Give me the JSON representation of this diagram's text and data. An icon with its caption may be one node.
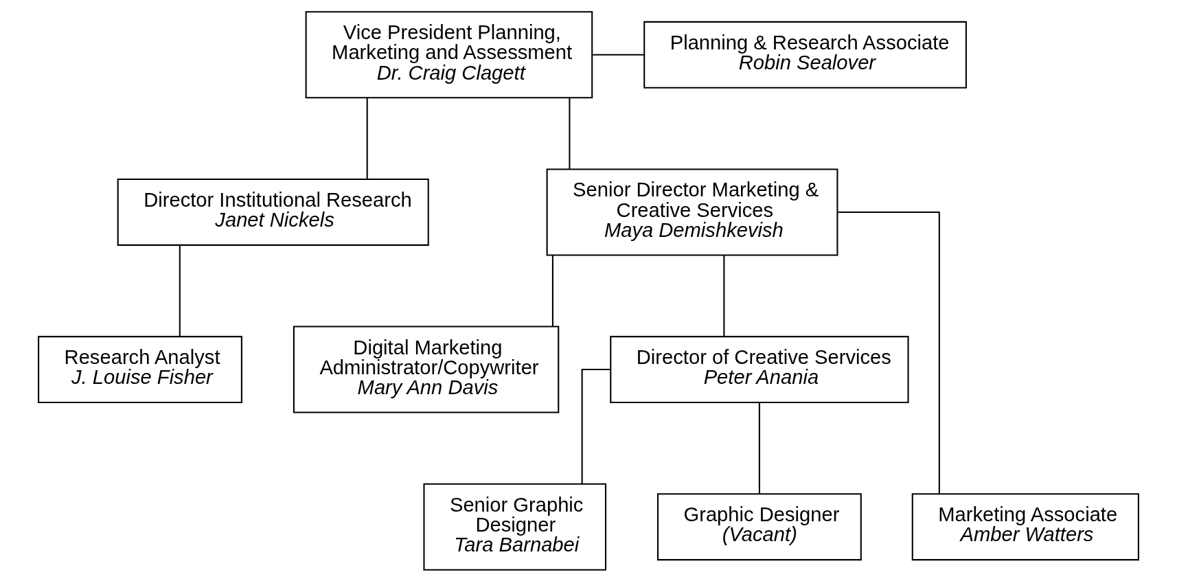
{
  "diagram": {
    "nodes": [
      {
        "text": [
          "Vice President Planning, Marketing and Assessment",
          "Dr. Craig Clagett"
        ]
      },
      {
        "text": [
          "Planning & Research Associate",
          "Robin Sealover"
        ]
      },
      {
        "text": [
          "Director Institutional Research",
          "Janet Nickels"
        ]
      },
      {
        "text": [
          "Senior Director Marketing & Creative Services",
          "Maya Demishkevish"
        ]
      },
      {
        "text": [
          "Research Analyst",
          "J. Louise Fisher"
        ]
      },
      {
        "text": [
          "Digital Marketing Administrator/Copywriter",
          "Mary Ann Davis"
        ]
      },
      {
        "text": [
          "Director of Creative Services",
          "Peter Anania"
        ]
      },
      {
        "text": [
          "Marketing Associate",
          "Amber Watters"
        ]
      },
      {
        "text": [
          "Senior Graphic Designer",
          "Tara Barnabei"
        ]
      },
      {
        "text": [
          "Graphic Designer",
          "(Vacant)"
        ]
      }
    ],
    "edges": [
      {
        "from": 0,
        "to": 1,
        "arrow": "none"
      },
      {
        "from": 0,
        "to": 2,
        "arrow": "none"
      },
      {
        "from": 0,
        "to": 3,
        "arrow": "none"
      },
      {
        "from": 2,
        "to": 4,
        "arrow": "none"
      },
      {
        "from": 3,
        "to": 5,
        "arrow": "none"
      },
      {
        "from": 3,
        "to": 6,
        "arrow": "none"
      },
      {
        "from": 3,
        "to": 7,
        "arrow": "none"
      },
      {
        "from": 6,
        "to": 8,
        "arrow": "none"
      },
      {
        "from": 6,
        "to": 9,
        "arrow": "none"
      }
    ]
  }
}
